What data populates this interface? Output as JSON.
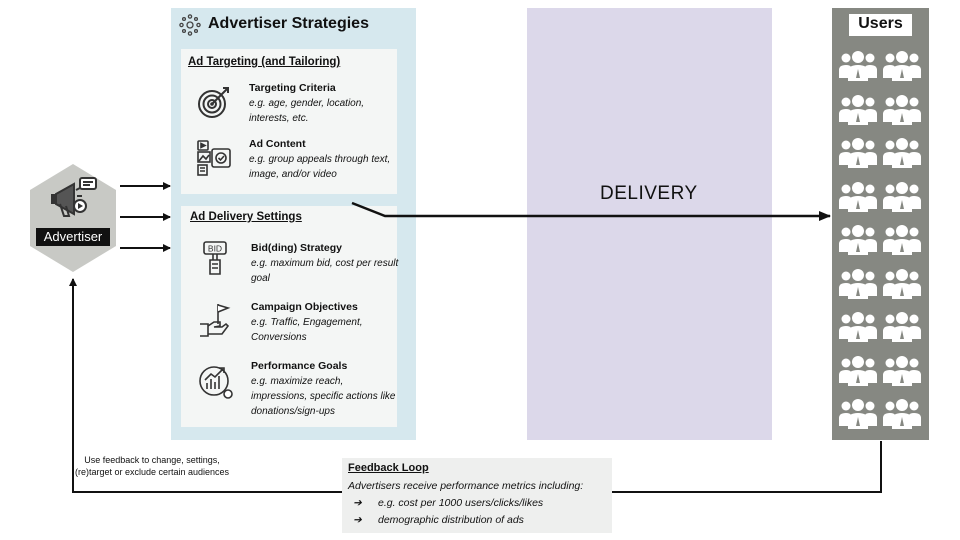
{
  "advertiser": {
    "label": "Advertiser",
    "icon": "megaphone-icon"
  },
  "strategies": {
    "title": "Advertiser Strategies",
    "icon": "strategy-network-icon",
    "targeting": {
      "heading": "Ad Targeting (and Tailoring)",
      "items": [
        {
          "title": "Targeting Criteria",
          "desc": "e.g. age, gender, location, interests, etc.",
          "icon": "target-icon"
        },
        {
          "title": "Ad Content",
          "desc": "e.g. group appeals through text, image, and/or video",
          "icon": "media-content-icon"
        }
      ]
    },
    "delivery_settings": {
      "heading": "Ad Delivery Settings",
      "items": [
        {
          "title": "Bid(ding) Strategy",
          "desc": "e.g. maximum bid, cost per result goal",
          "icon": "bid-paddle-icon",
          "icon_text": "BID"
        },
        {
          "title": "Campaign Objectives",
          "desc": "e.g. Traffic, Engagement, Conversions",
          "icon": "flag-hand-icon"
        },
        {
          "title": "Performance Goals",
          "desc": "e.g. maximize reach, impressions, specific actions like donations/sign-ups",
          "icon": "growth-chart-icon"
        }
      ]
    }
  },
  "delivery": {
    "label": "DELIVERY"
  },
  "users": {
    "title": "Users",
    "icon": "user-group-icon",
    "rows": 9,
    "cols": 2
  },
  "feedback": {
    "title": "Feedback Loop",
    "desc": "Advertisers receive performance metrics including:",
    "bullet": "➔",
    "items": [
      "e.g. cost per 1000 users/clicks/likes",
      "demographic distribution of ads"
    ],
    "note": "Use feedback to change, settings, (re)target or exclude certain audiences"
  },
  "colors": {
    "strategies_bg": "#d6e8ee",
    "card_bg": "#f4f6f5",
    "delivery_bg": "#dcd8ea",
    "users_bg": "#868882",
    "hexagon": "#c8c9c5",
    "feedback_bg": "#eeefee"
  }
}
